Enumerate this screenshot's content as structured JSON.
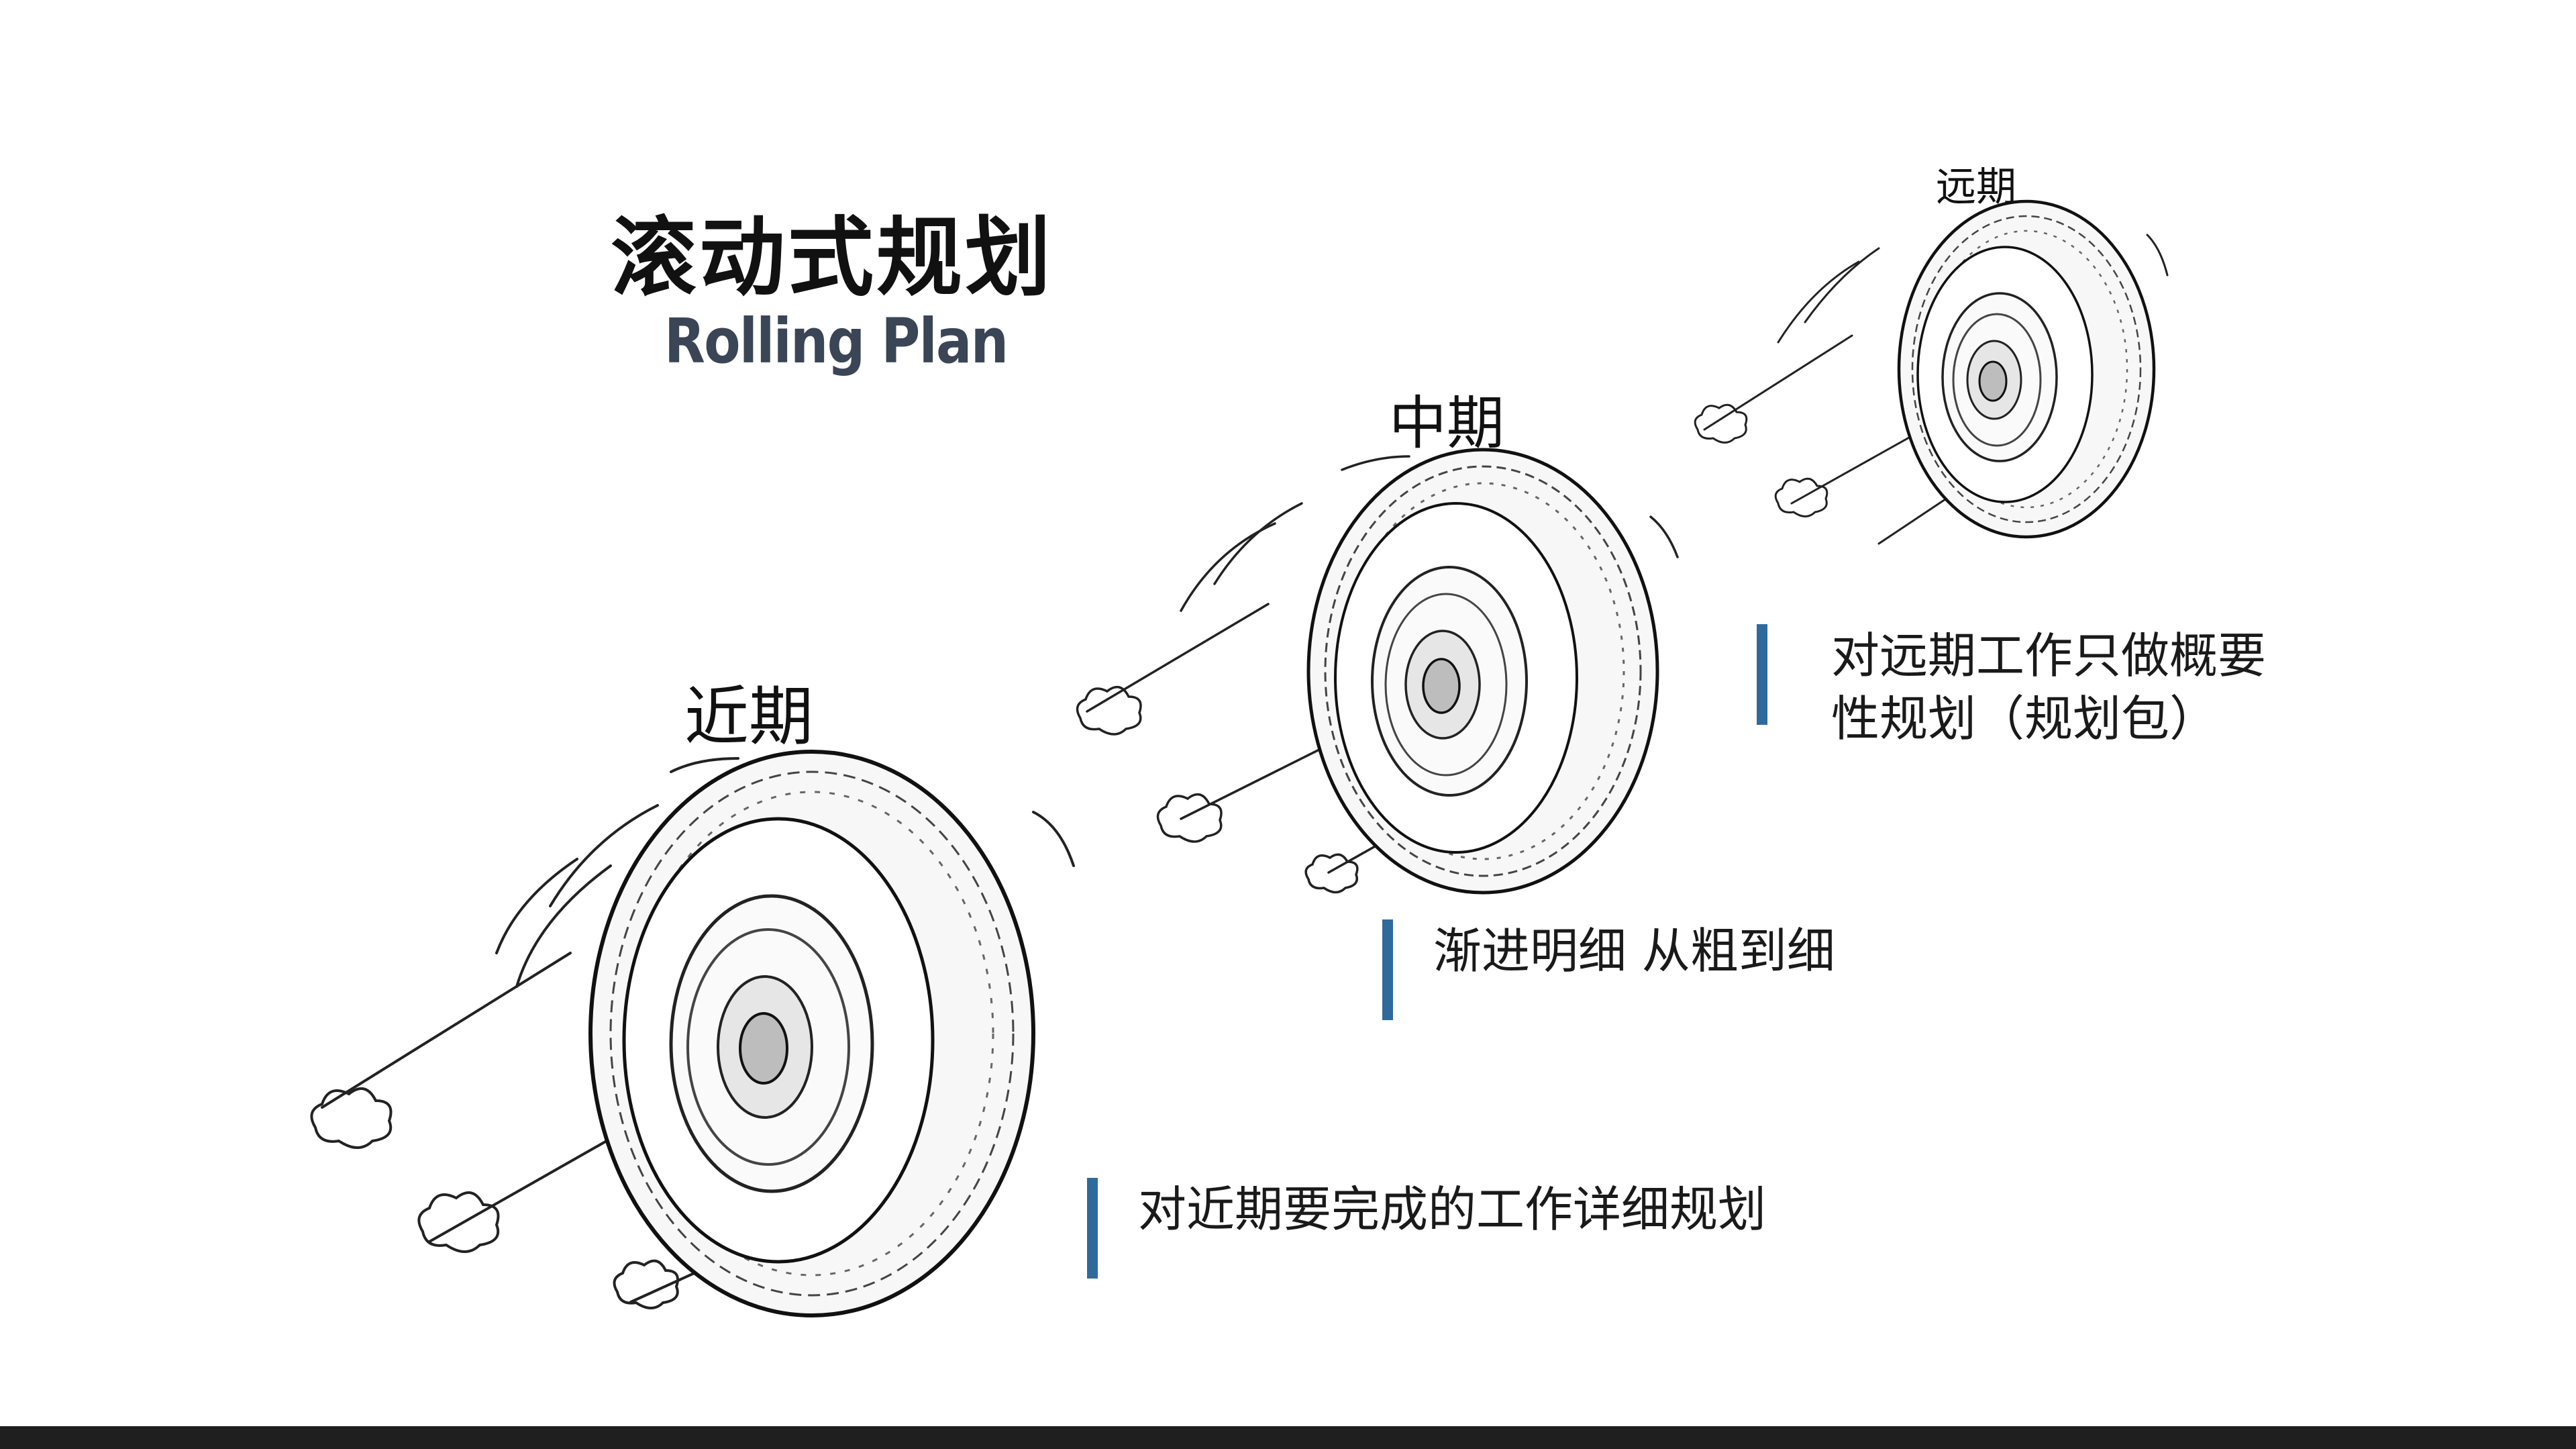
{
  "title": {
    "zh": "滚动式规划",
    "en": "Rolling Plan"
  },
  "stages": {
    "near": {
      "label": "近期",
      "note": "对近期要完成的工作详细规划"
    },
    "mid": {
      "label": "中期",
      "note": "渐进明细 从粗到细"
    },
    "far": {
      "label": "远期",
      "note": "对远期工作只做概要\n性规划（规划包）"
    }
  },
  "colors": {
    "accent_bar": "#2f6a9c",
    "subtitle": "#3a4556",
    "footer": "#1f1f1f"
  },
  "icons": [
    "tire-wheel-icon",
    "motion-lines-icon",
    "dust-puff-icon"
  ]
}
